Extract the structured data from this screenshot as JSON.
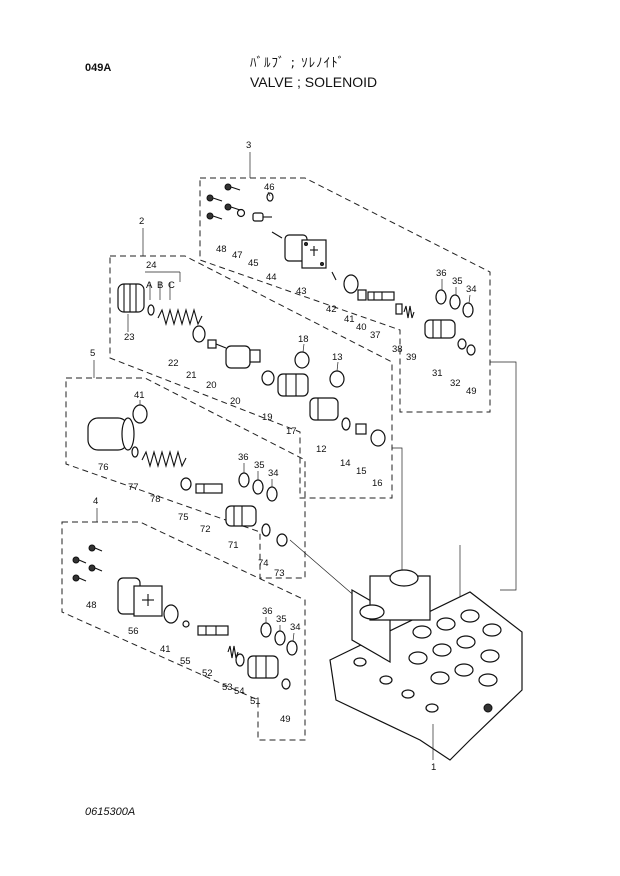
{
  "header": {
    "page_code": "049A",
    "title_jp": "ﾊﾞﾙﾌﾞ ; ｿﾚﾉｲﾄﾞ",
    "title_en": "VALVE ; SOLENOID"
  },
  "footer": {
    "drawing_number": "0615300A"
  },
  "callouts": {
    "c1": "1",
    "c2": "2",
    "c3": "3",
    "c4": "4",
    "c5": "5",
    "c12": "12",
    "c13": "13",
    "c14": "14",
    "c15": "15",
    "c16": "16",
    "c17": "17",
    "c18": "18",
    "c19": "19",
    "c20a": "20",
    "c20b": "20",
    "c21": "21",
    "c22": "22",
    "c23": "23",
    "c24": "24",
    "c24A": "A",
    "c24B": "B",
    "c24C": "C",
    "c31": "31",
    "c32": "32",
    "c34a": "34",
    "c35a": "35",
    "c36a": "36",
    "c37": "37",
    "c38": "38",
    "c39": "39",
    "c40": "40",
    "c41a": "41",
    "c42": "42",
    "c43": "43",
    "c44": "44",
    "c45": "45",
    "c46": "46",
    "c47": "47",
    "c48a": "48",
    "c41b": "41",
    "c76": "76",
    "c77": "77",
    "c78": "78",
    "c75": "75",
    "c72": "72",
    "c36b": "36",
    "c35b": "35",
    "c34b": "34",
    "c71": "71",
    "c74": "74",
    "c73": "73",
    "c48b": "48",
    "c56": "56",
    "c41c": "41",
    "c55": "55",
    "c52": "52",
    "c53": "53",
    "c54": "54",
    "c51": "51",
    "c36c": "36",
    "c35c": "35",
    "c34c": "34",
    "c49a": "49",
    "c49b": "49"
  }
}
